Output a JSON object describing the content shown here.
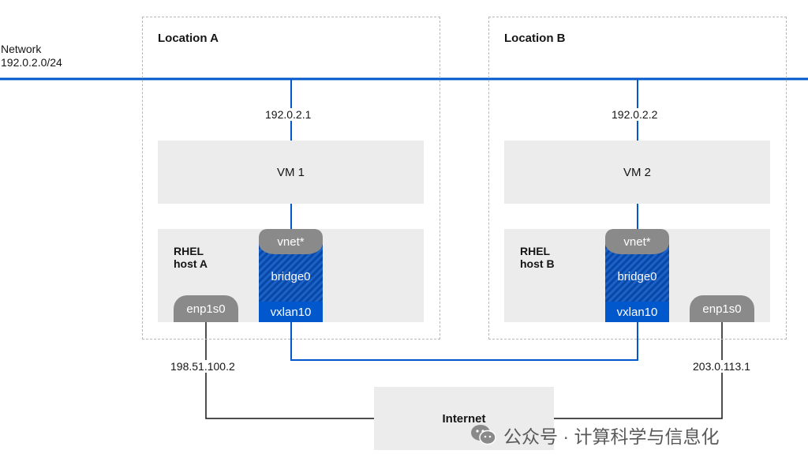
{
  "network": {
    "label": "Network",
    "subnet": "192.0.2.0/24"
  },
  "locations": [
    {
      "title": "Location A",
      "vm_ip": "192.0.2.1",
      "vm_label": "VM 1",
      "host_title": "RHEL\nhost A",
      "vnet": "vnet*",
      "bridge": "bridge0",
      "vxlan": "vxlan10",
      "nic": "enp1s0",
      "nic_ip": "198.51.100.2"
    },
    {
      "title": "Location B",
      "vm_ip": "192.0.2.2",
      "vm_label": "VM 2",
      "host_title": "RHEL\nhost B",
      "vnet": "vnet*",
      "bridge": "bridge0",
      "vxlan": "vxlan10",
      "nic": "enp1s0",
      "nic_ip": "203.0.113.1"
    }
  ],
  "internet": {
    "label": "Internet"
  },
  "watermark": {
    "text": "公众号 · 计算科学与信息化",
    "icon": "wechat-icon"
  },
  "colors": {
    "link_blue": "#0058cc",
    "line_gray": "#151515",
    "box_gray": "#ececec",
    "pill_gray": "#8a8a8a"
  }
}
